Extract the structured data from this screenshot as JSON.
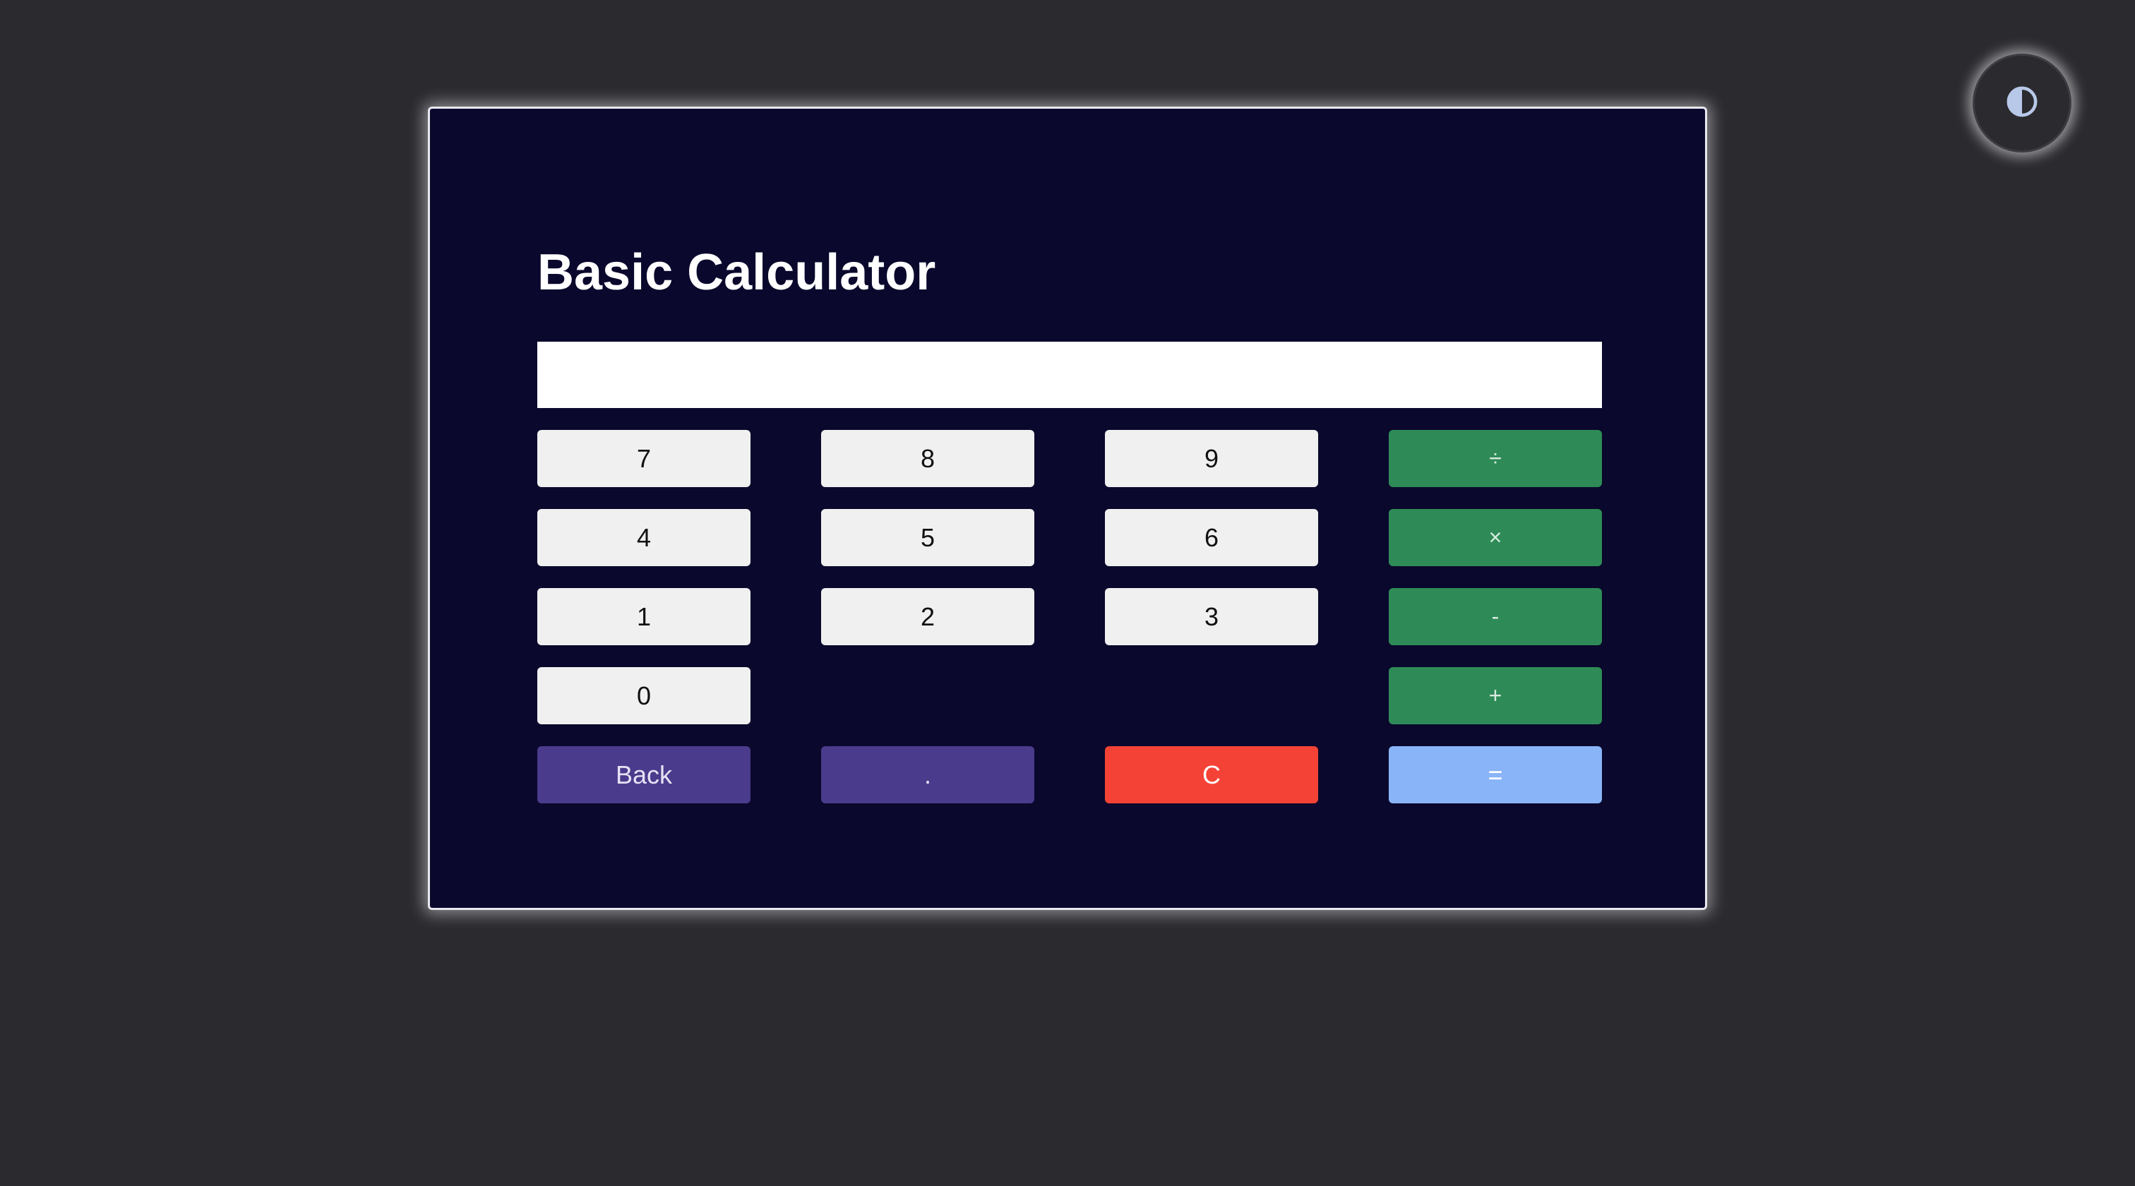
{
  "theme_toggle": {
    "icon": "half-circle-contrast-icon",
    "icon_color": "#b8c8e8"
  },
  "calculator": {
    "title": "Basic Calculator",
    "display": {
      "value": "",
      "placeholder": ""
    },
    "keys": {
      "seven": "7",
      "eight": "8",
      "nine": "9",
      "divide": "÷",
      "four": "4",
      "five": "5",
      "six": "6",
      "multiply": "×",
      "one": "1",
      "two": "2",
      "three": "3",
      "subtract": "-",
      "zero": "0",
      "add": "+",
      "back": "Back",
      "decimal": ".",
      "clear": "C",
      "equals": "="
    }
  },
  "colors": {
    "page_background": "#2a2a2f",
    "panel_background": "#0a082c",
    "number_key": "#f0f0f0",
    "operator_key": "#2e8b57",
    "back_and_decimal_key": "#4b3b8c",
    "clear_key": "#f44336",
    "equals_key": "#8ab4f8"
  }
}
